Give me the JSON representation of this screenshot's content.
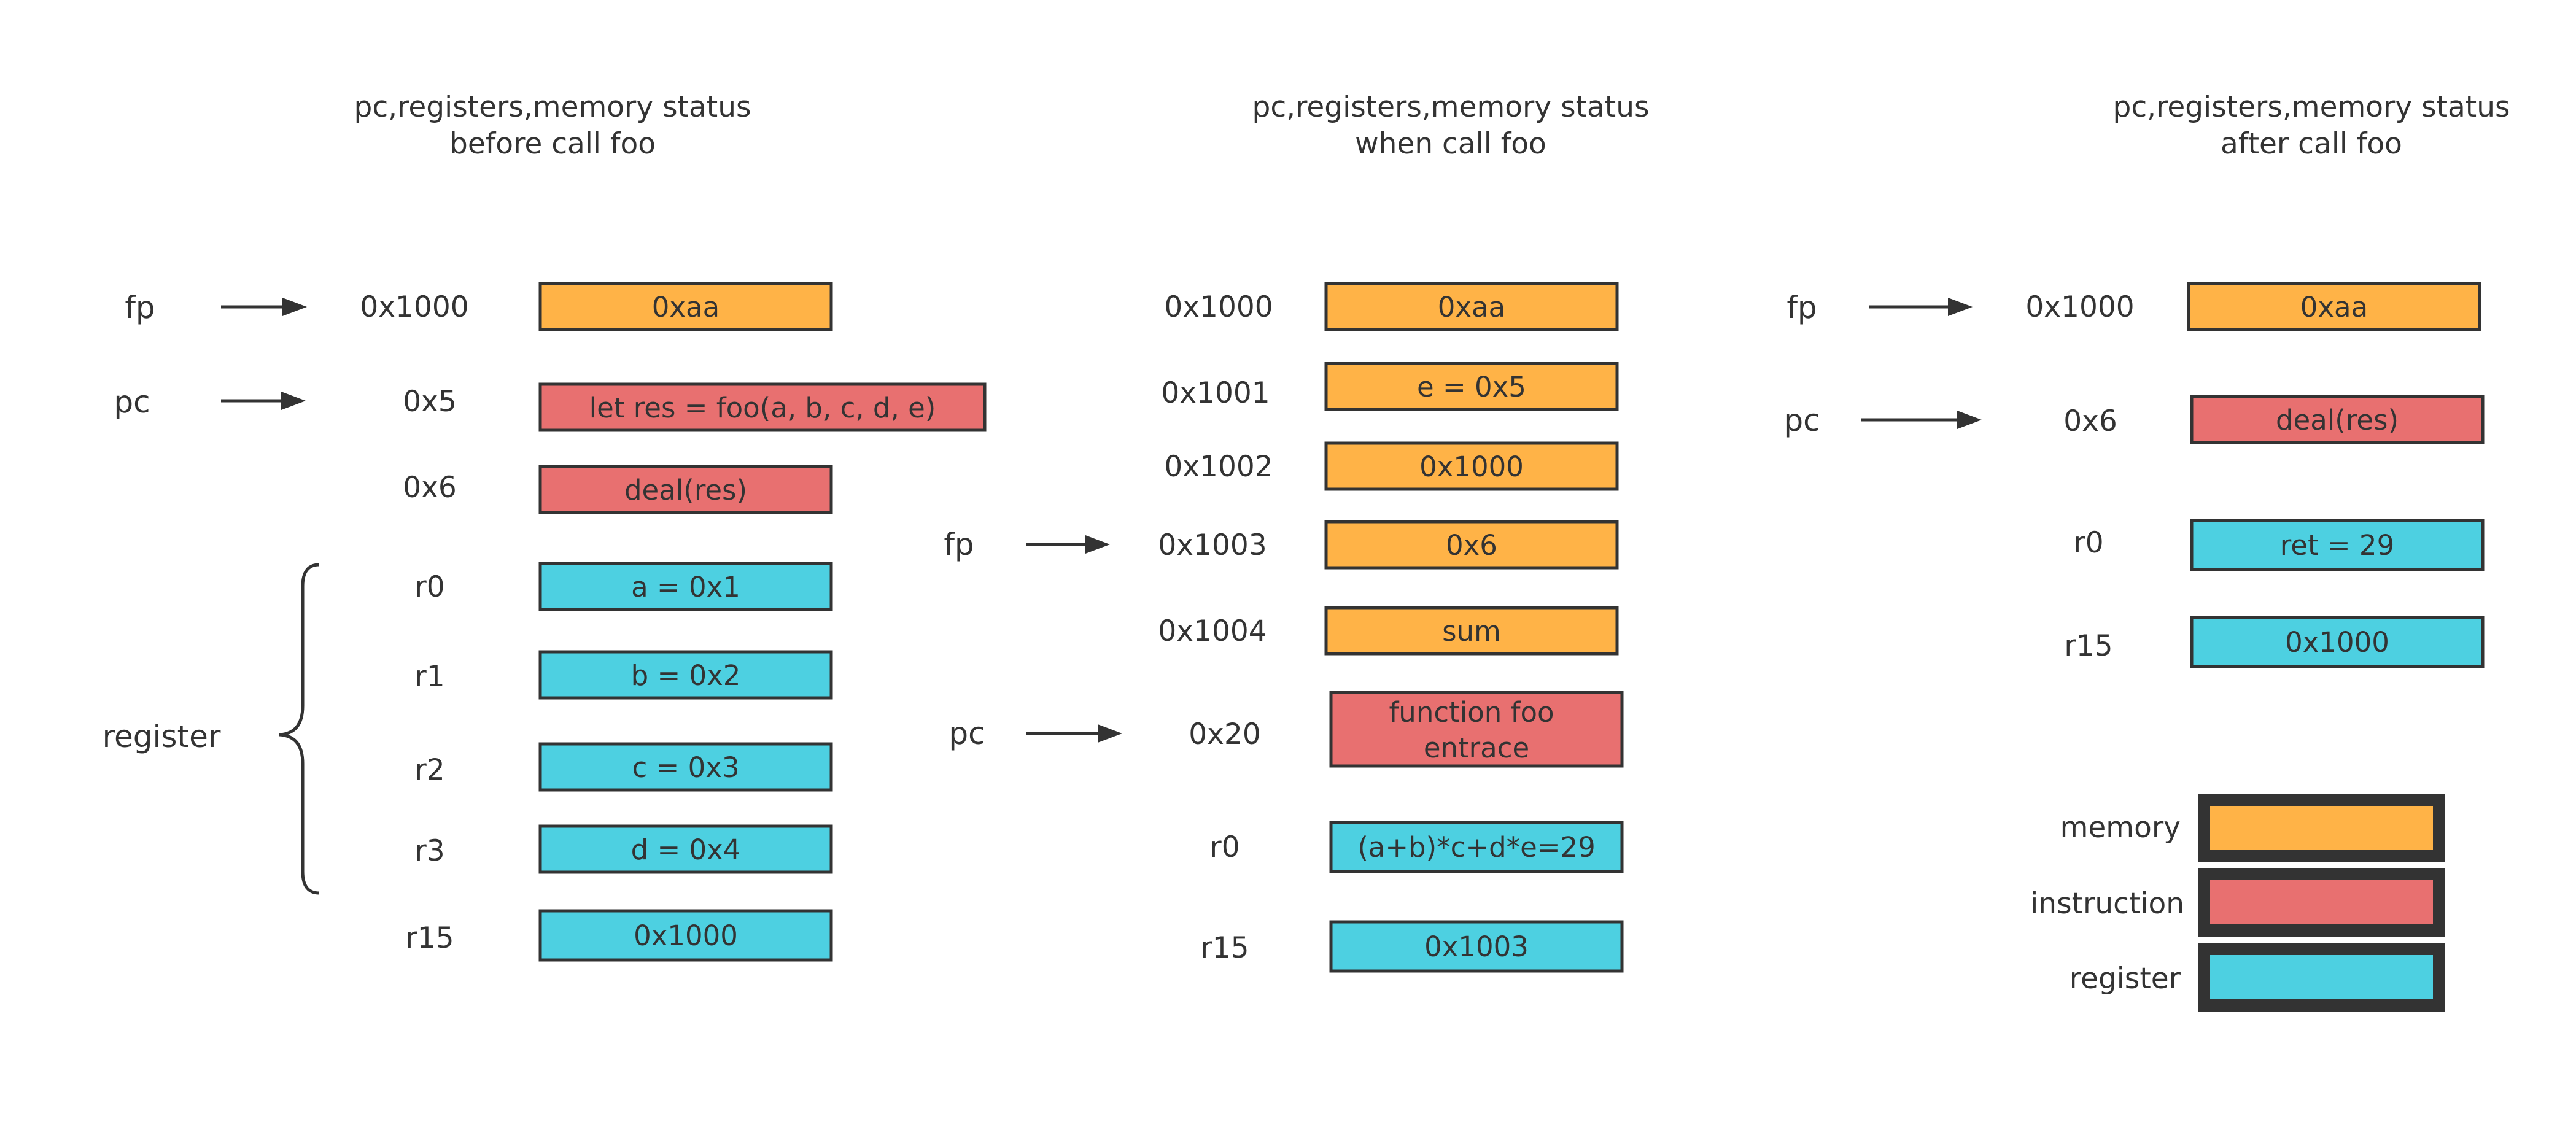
{
  "colors": {
    "memory": "#FFB347",
    "instruction": "#E87070",
    "register": "#4DD0E1",
    "stroke": "#333333",
    "text": "#333333"
  },
  "panels": {
    "before": {
      "title_line1": "pc,registers,memory status",
      "title_line2": "before call foo",
      "fp_label": "fp",
      "pc_label": "pc",
      "register_label": "register",
      "rows": [
        {
          "addr": "0x1000",
          "value": "0xaa",
          "kind": "memory"
        },
        {
          "addr": "0x5",
          "value": "let res = foo(a, b, c, d, e)",
          "kind": "instruction"
        },
        {
          "addr": "0x6",
          "value": "deal(res)",
          "kind": "instruction"
        },
        {
          "addr": "r0",
          "value": "a = 0x1",
          "kind": "register"
        },
        {
          "addr": "r1",
          "value": "b = 0x2",
          "kind": "register"
        },
        {
          "addr": "r2",
          "value": "c = 0x3",
          "kind": "register"
        },
        {
          "addr": "r3",
          "value": "d = 0x4",
          "kind": "register"
        },
        {
          "addr": "r15",
          "value": "0x1000",
          "kind": "register"
        }
      ]
    },
    "when": {
      "title_line1": "pc,registers,memory status",
      "title_line2": "when call foo",
      "fp_label": "fp",
      "pc_label": "pc",
      "rows": [
        {
          "addr": "0x1000",
          "value": "0xaa",
          "kind": "memory"
        },
        {
          "addr": "0x1001",
          "value": "e = 0x5",
          "kind": "memory"
        },
        {
          "addr": "0x1002",
          "value": "0x1000",
          "kind": "memory"
        },
        {
          "addr": "0x1003",
          "value": "0x6",
          "kind": "memory"
        },
        {
          "addr": "0x1004",
          "value": "sum",
          "kind": "memory"
        },
        {
          "addr": "0x20",
          "value_line1": "function foo",
          "value_line2": "entrace",
          "kind": "instruction"
        },
        {
          "addr": "r0",
          "value": "(a+b)*c+d*e=29",
          "kind": "register"
        },
        {
          "addr": "r15",
          "value": "0x1003",
          "kind": "register"
        }
      ]
    },
    "after": {
      "title_line1": "pc,registers,memory status",
      "title_line2": "after call foo",
      "fp_label": "fp",
      "pc_label": "pc",
      "rows": [
        {
          "addr": "0x1000",
          "value": "0xaa",
          "kind": "memory"
        },
        {
          "addr": "0x6",
          "value": "deal(res)",
          "kind": "instruction"
        },
        {
          "addr": "r0",
          "value": "ret = 29",
          "kind": "register"
        },
        {
          "addr": "r15",
          "value": "0x1000",
          "kind": "register"
        }
      ]
    }
  },
  "legend": {
    "items": [
      {
        "label": "memory",
        "kind": "memory"
      },
      {
        "label": "instruction",
        "kind": "instruction"
      },
      {
        "label": "register",
        "kind": "register"
      }
    ]
  }
}
